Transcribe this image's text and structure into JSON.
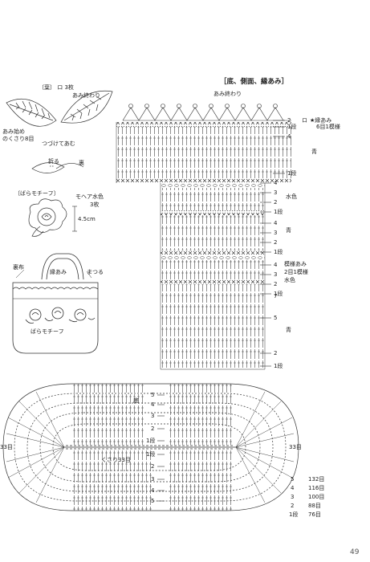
{
  "leaf": {
    "title": "〔葉〕 ロ 3枚",
    "finish": "あみ終わり",
    "start": "あみ始め\nのくさり8目",
    "join": "つづけてあむ"
  },
  "fold": {
    "fold_label": "折る",
    "front_label": "裏"
  },
  "rose": {
    "title": "〔ばらモチーフ〕",
    "yarn": "モヘア水色",
    "count": "3枚",
    "size": "4.5cm"
  },
  "bag": {
    "fabric": "裏布",
    "handle": "縁あみ",
    "tie": "まつる",
    "motif": "ばらモチーフ"
  },
  "main": {
    "title": "［底、側面、縁あみ］",
    "finish": "あみ終わり"
  },
  "side_rows": [
    {
      "row": "2",
      "label": "ロ",
      "extra": "★縁あみ"
    },
    {
      "row": "1段",
      "label": "6目1模様"
    },
    {
      "row": "4",
      "label": ""
    },
    {
      "row": "",
      "label": "青"
    },
    {
      "row": "1段",
      "label": ""
    },
    {
      "row": "4",
      "label": ""
    },
    {
      "row": "3",
      "label": "水色"
    },
    {
      "row": "2",
      "label": ""
    },
    {
      "row": "1段",
      "label": ""
    },
    {
      "row": "4",
      "label": ""
    },
    {
      "row": "3",
      "label": "青"
    },
    {
      "row": "2",
      "label": ""
    },
    {
      "row": "1段",
      "label": ""
    },
    {
      "row": "4",
      "label": "模様あみ"
    },
    {
      "row": "3",
      "label": "2目1模様"
    },
    {
      "row": "2",
      "label": "水色"
    },
    {
      "row": "1段",
      "label": ""
    },
    {
      "row": "7",
      "label": ""
    },
    {
      "row": "5",
      "label": "青"
    },
    {
      "row": "2",
      "label": ""
    },
    {
      "row": "1段",
      "label": ""
    }
  ],
  "bottom": {
    "label": "底",
    "left_rows": [
      "5",
      "4",
      "3",
      "2",
      "1段"
    ],
    "right_rows": [
      "1段",
      "2",
      "3",
      "4",
      "5"
    ],
    "chain": "くさり33目",
    "left_end": "33目",
    "right_end": "33目"
  },
  "stitch_counts": [
    {
      "row": "5",
      "count": "132目"
    },
    {
      "row": "4",
      "count": "116目"
    },
    {
      "row": "3",
      "count": "100目"
    },
    {
      "row": "2",
      "count": "88目"
    },
    {
      "row": "1段",
      "count": "76目"
    }
  ],
  "page_number": "49"
}
